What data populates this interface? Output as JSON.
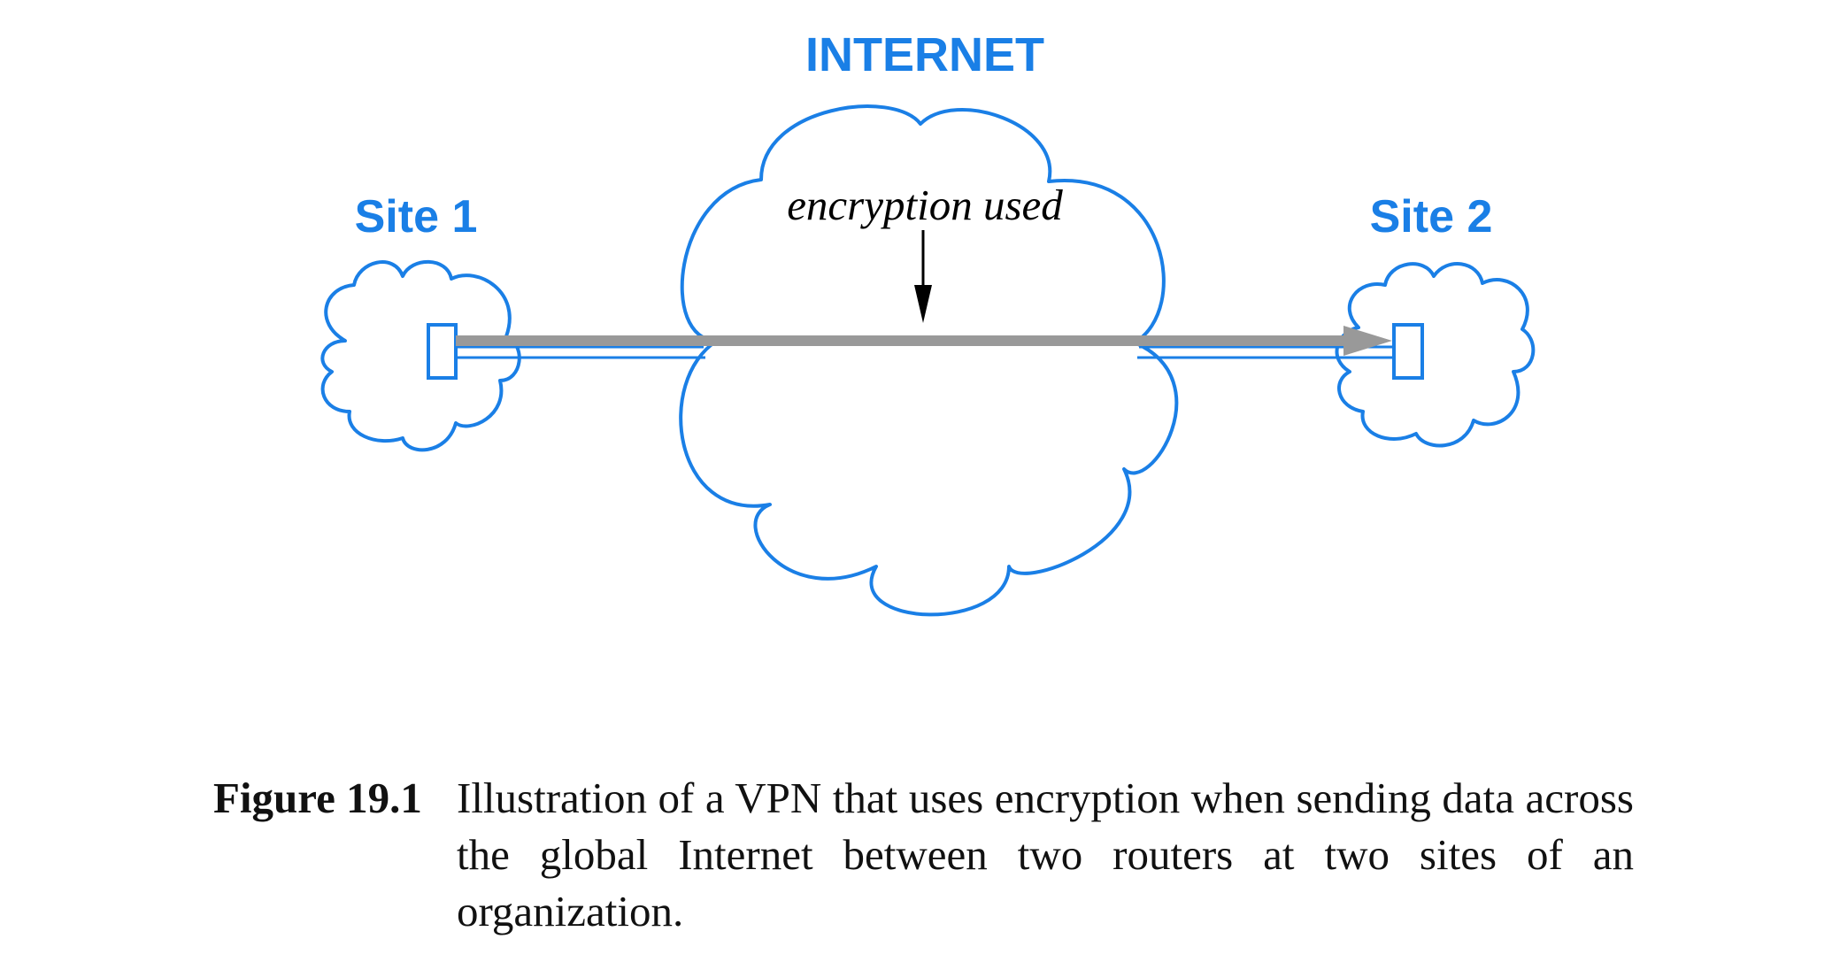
{
  "diagram": {
    "internet_label": "INTERNET",
    "site1_label": "Site 1",
    "site2_label": "Site 2",
    "annotation": "encryption used",
    "colors": {
      "cloud_stroke": "#1a7fe6",
      "label_blue": "#1a7fe6",
      "tunnel": "#999999",
      "annotation_arrow": "#000000"
    }
  },
  "caption": {
    "number": "Figure 19.1",
    "text": "Illustration of a VPN that uses encryption when sending data across the global Internet between two routers at two sites of an organization."
  }
}
